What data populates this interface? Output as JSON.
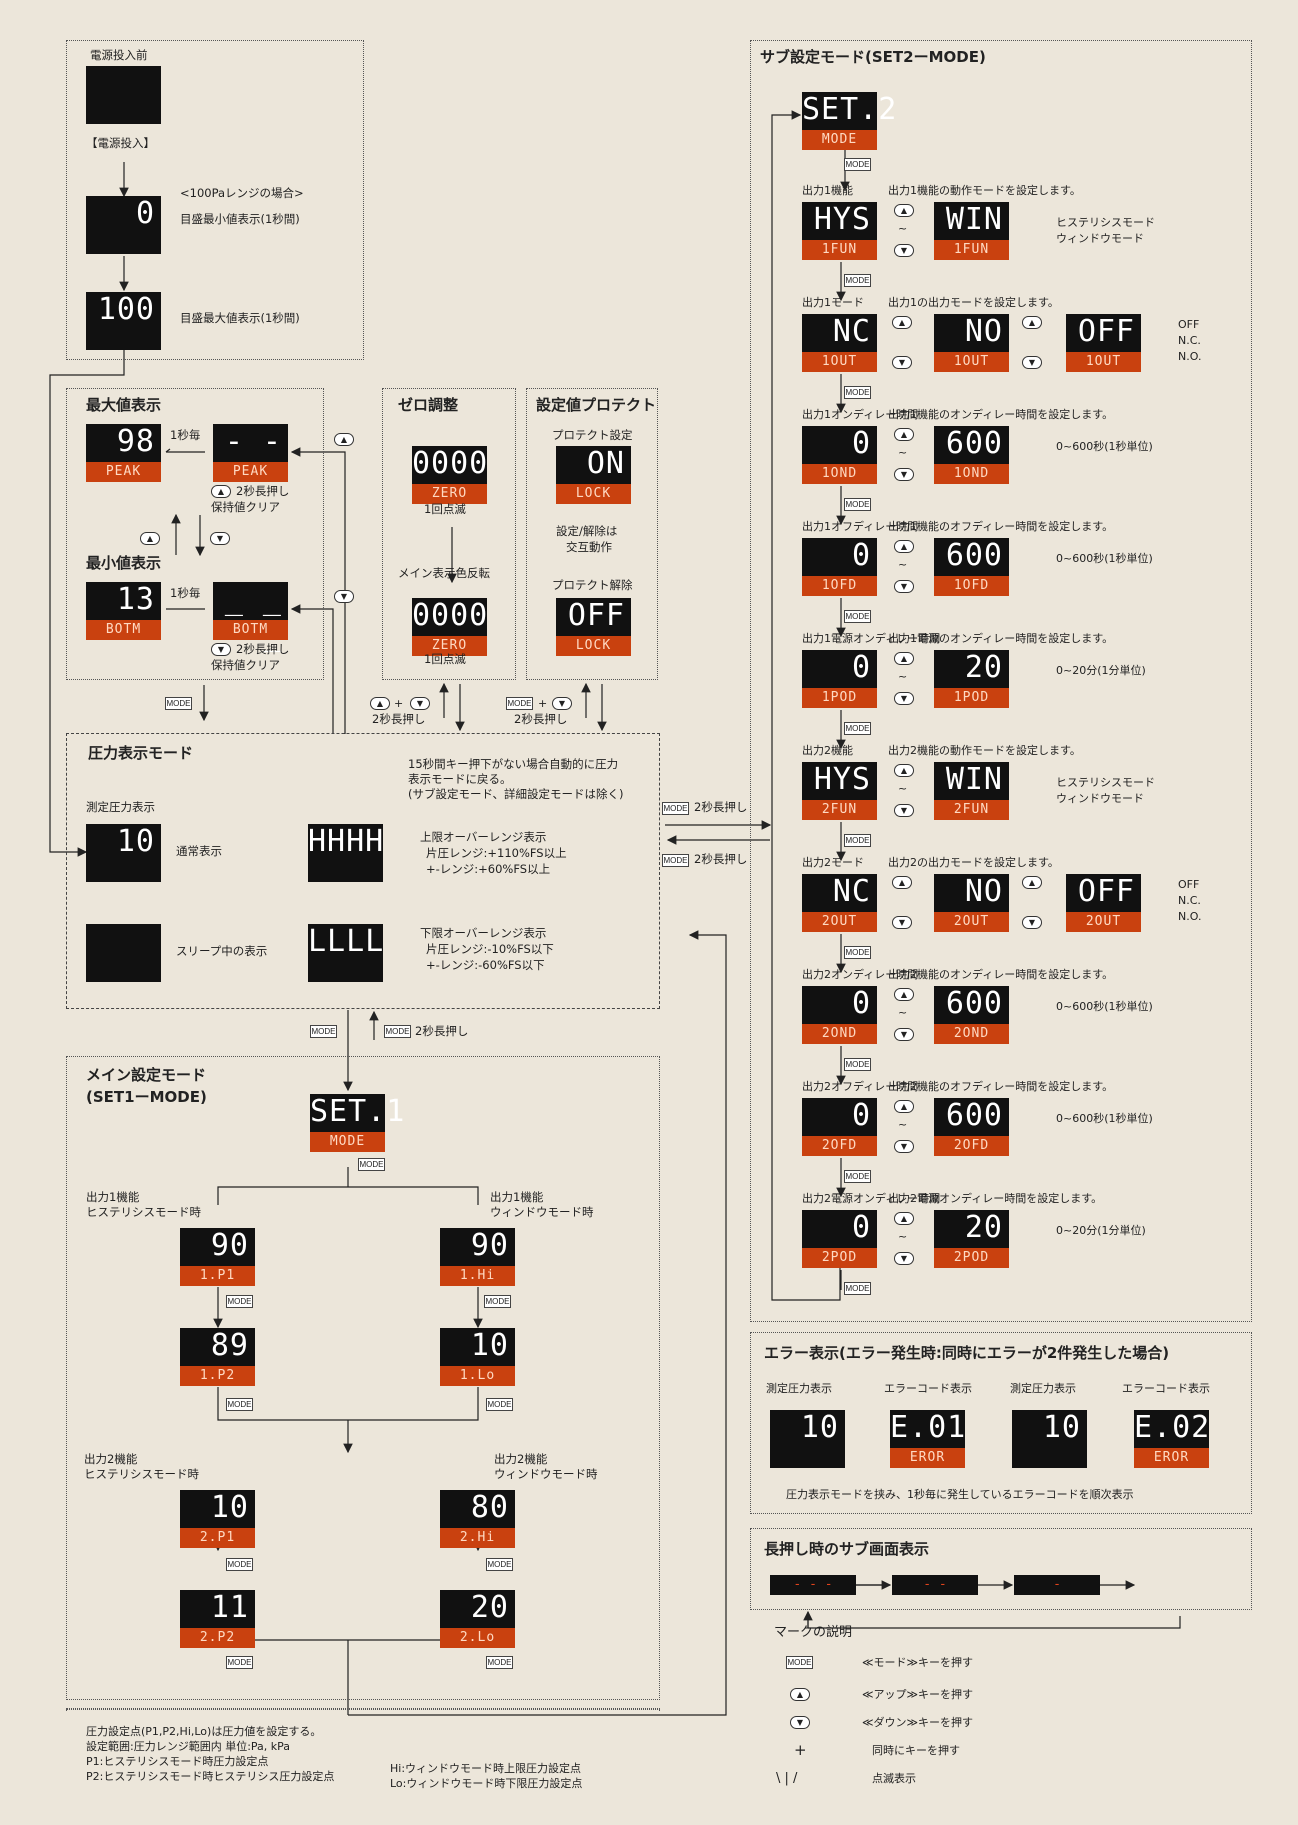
{
  "power": {
    "before": "電源投入前",
    "on": "【電源投入】",
    "range_note": "<100Paレンジの場合>",
    "min_label": "目盛最小値表示(1秒間)",
    "max_label": "目盛最大値表示(1秒間)",
    "min_val": "0",
    "max_val": "100"
  },
  "peak": {
    "title": "最大値表示",
    "every": "1秒毎",
    "val": "98",
    "sub": "PEAK",
    "blank": "- - -",
    "hold": "2秒長押し",
    "clear": "保持値クリア"
  },
  "bottom": {
    "title": "最小値表示",
    "every": "1秒毎",
    "val": "13",
    "sub": "BOTM",
    "blank": "_ _ _",
    "hold": "2秒長押し",
    "clear": "保持値クリア"
  },
  "zero": {
    "title": "ゼロ調整",
    "val": "0000",
    "sub": "ZERO",
    "blink1": "1回点滅",
    "invert": "メイン表示色反転",
    "blink2": "1回点滅",
    "combo": "2秒長押し"
  },
  "protect": {
    "title": "設定値プロテクト",
    "set": "プロテクト設定",
    "on": "ON",
    "sub": "LOCK",
    "alt1": "設定/解除は",
    "alt2": "交互動作",
    "release": "プロテクト解除",
    "off": "OFF",
    "combo": "2秒長押し"
  },
  "pressure": {
    "title": "圧力表示モード",
    "note1": "15秒間キー押下がない場合自動的に圧力",
    "note2": "表示モードに戻る。",
    "note3": "(サブ設定モード、詳細設定モードは除く)",
    "measure": "測定圧力表示",
    "val": "10",
    "normal": "通常表示",
    "over": "HHHH",
    "over_t": "上限オーバーレンジ表示",
    "over_1": "片圧レンジ:+110%FS以上",
    "over_2": "+-レンジ:+60%FS以上",
    "sleep": "スリープ中の表示",
    "under": "LLLL",
    "under_t": "下限オーバーレンジ表示",
    "under_1": "片圧レンジ:-10%FS以下",
    "under_2": "+-レンジ:-60%FS以下",
    "hold2": "2秒長押し",
    "to_sub": "2秒長押し",
    "from_sub": "2秒長押し"
  },
  "main": {
    "title1": "メイン設定モード",
    "title2": "(SET1ーMODE)",
    "disp": "SET.1",
    "sub": "MODE",
    "o1h": "出力1機能",
    "o1h2": "ヒステリシスモード時",
    "o1w": "出力1機能",
    "o1w2": "ウィンドウモード時",
    "p1": "90",
    "p1s": "1.P1",
    "h1": "90",
    "h1s": "1.Hi",
    "p2": "89",
    "p2s": "1.P2",
    "lo1": "10",
    "lo1s": "1.Lo",
    "o2h": "出力2機能",
    "o2h2": "ヒステリシスモード時",
    "o2w": "出力2機能",
    "o2w2": "ウィンドウモード時",
    "p21": "10",
    "p21s": "2.P1",
    "h2": "80",
    "h2s": "2.Hi",
    "p22": "11",
    "p22s": "2.P2",
    "lo2": "20",
    "lo2s": "2.Lo",
    "f1": "圧力設定点(P1,P2,Hi,Lo)は圧力値を設定する。",
    "f2": "設定範囲:圧力レンジ範囲内 単位:Pa, kPa",
    "f3": "P1:ヒステリシスモード時圧力設定点",
    "f4": "P2:ヒステリシスモード時ヒステリシス圧力設定点",
    "f5": "Hi:ウィンドウモード時上限圧力設定点",
    "f6": "Lo:ウィンドウモード時下限圧力設定点"
  },
  "sub": {
    "title": "サブ設定モード(SET2ーMODE)",
    "disp": "SET.2",
    "dsub": "MODE",
    "rows": [
      {
        "head": "出力1機能",
        "desc": "出力1機能の動作モードを設定します。",
        "a": "HYS",
        "as": "1FUN",
        "b": "WIN",
        "bs": "1FUN",
        "n1": "ヒステリシスモード",
        "n2": "ウィンドウモード"
      },
      {
        "head": "出力1モード",
        "desc": "出力1の出力モードを設定します。",
        "a": "NC",
        "as": "1OUT",
        "b": "NO",
        "bs": "1OUT",
        "c": "OFF",
        "cs": "1OUT",
        "n1": "OFF",
        "n2": "N.C.",
        "n3": "N.O."
      },
      {
        "head": "出力1オンディレー時間",
        "desc": "出力1機能のオンディレー時間を設定します。",
        "a": "0",
        "as": "1OND",
        "b": "600",
        "bs": "1OND",
        "n1": "0~600秒(1秒単位)"
      },
      {
        "head": "出力1オフディレー時間",
        "desc": "出力1機能のオフディレー時間を設定します。",
        "a": "0",
        "as": "1OFD",
        "b": "600",
        "bs": "1OFD",
        "n1": "0~600秒(1秒単位)"
      },
      {
        "head": "出力1電源オンディレー時間",
        "desc": "出力1電源のオンディレー時間を設定します。",
        "a": "0",
        "as": "1POD",
        "b": "20",
        "bs": "1POD",
        "n1": "0~20分(1分単位)"
      },
      {
        "head": "出力2機能",
        "desc": "出力2機能の動作モードを設定します。",
        "a": "HYS",
        "as": "2FUN",
        "b": "WIN",
        "bs": "2FUN",
        "n1": "ヒステリシスモード",
        "n2": "ウィンドウモード"
      },
      {
        "head": "出力2モード",
        "desc": "出力2の出力モードを設定します。",
        "a": "NC",
        "as": "2OUT",
        "b": "NO",
        "bs": "2OUT",
        "c": "OFF",
        "cs": "2OUT",
        "n1": "OFF",
        "n2": "N.C.",
        "n3": "N.O."
      },
      {
        "head": "出力2オンディレー時間",
        "desc": "出力2機能のオンディレー時間を設定します。",
        "a": "0",
        "as": "2OND",
        "b": "600",
        "bs": "2OND",
        "n1": "0~600秒(1秒単位)"
      },
      {
        "head": "出力2オフディレー時間",
        "desc": "出力2機能のオフディレー時間を設定します。",
        "a": "0",
        "as": "2OFD",
        "b": "600",
        "bs": "2OFD",
        "n1": "0~600秒(1秒単位)"
      },
      {
        "head": "出力2電源オンディレー時間",
        "desc": "出力2電源オンディレー時間を設定します。",
        "a": "0",
        "as": "2POD",
        "b": "20",
        "bs": "2POD",
        "n1": "0~20分(1分単位)"
      }
    ]
  },
  "error": {
    "title": "エラー表示(エラー発生時:同時にエラーが2件発生した場合)",
    "l1": "測定圧力表示",
    "l2": "エラーコード表示",
    "l3": "測定圧力表示",
    "l4": "エラーコード表示",
    "v1": "10",
    "e1": "E.01",
    "v2": "10",
    "e2": "E.02",
    "es": "EROR",
    "note": "圧力表示モードを挟み、1秒毎に発生しているエラーコードを順次表示"
  },
  "longpress": {
    "title": "長押し時のサブ画面表示",
    "b1": "- - -",
    "b2": "- -",
    "b3": "-"
  },
  "legend": {
    "title": "マークの説明",
    "mode": "≪モード≫キーを押す",
    "up": "≪アップ≫キーを押す",
    "down": "≪ダウン≫キーを押す",
    "plus": "同時にキーを押す",
    "blink": "点滅表示",
    "plus_sym": "+",
    "blink_sym": "\\ | /"
  },
  "keys": {
    "mode": "MODE",
    "up": "▲",
    "down": "▼",
    "tilde": "~",
    "plus": "+"
  }
}
